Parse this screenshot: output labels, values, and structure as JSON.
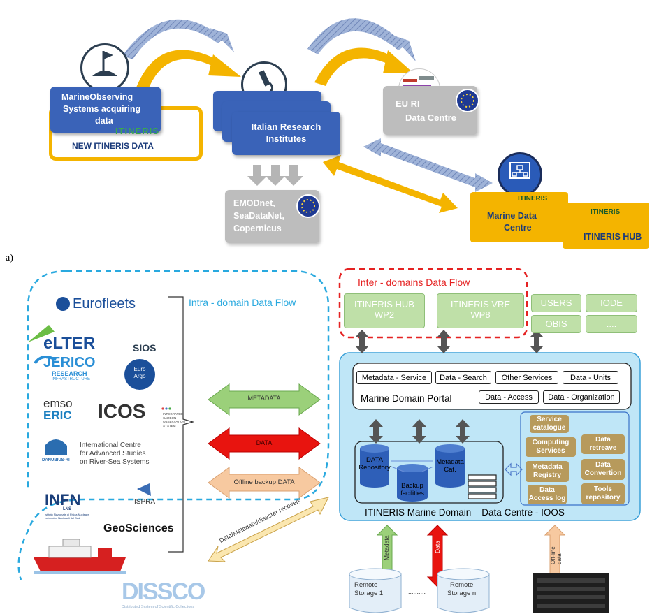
{
  "top": {
    "marine_observing": [
      "MarineObserving",
      "Systems acquiring",
      "data"
    ],
    "new_itineris_data": "NEW ITINERIS DATA",
    "itineris_logo": "ITINERIS",
    "italian_institutes": [
      "Italian Research",
      "Institutes"
    ],
    "eu_ri": [
      "EU RI",
      "Data Centre"
    ],
    "emodnet": [
      "EMODnet,",
      "SeaDataNet,",
      "Copernicus"
    ],
    "marine_data_centre": [
      "Marine Data",
      "Centre"
    ],
    "itineris_hub": "ITINERIS HUB",
    "marine_logo": "ITINERIS",
    "hub_logo": "ITINERIS"
  },
  "panel_label": "a)",
  "intra": {
    "title": "Intra - domain Data Flow",
    "logos": {
      "eurofleets": "Eurofleets",
      "elter": "eLTER",
      "sios": "SIOS",
      "jerico": [
        "JERICO",
        "RESEARCH",
        "INFRASTRUCTURE"
      ],
      "euro_argo": [
        "Euro",
        "Argo"
      ],
      "emso": [
        "emso",
        "ERIC"
      ],
      "icos": "ICOS",
      "icos_sub": [
        "INTEGRATED",
        "CARBON",
        "OBSERVATION",
        "SYSTEM"
      ],
      "danubius_text": [
        "International Centre",
        "for Advanced Studies",
        "on River-Sea Systems"
      ],
      "danubius": "DANUBIUS-RI",
      "infn": "INFN",
      "infn_sub": [
        "Istituto Nazionale di Fisica Nucleare",
        "Laboratori Nazionali del Sud"
      ],
      "lns": "LNS",
      "ispra": "ISPRA",
      "geosciences": "GeoSciences"
    }
  },
  "flows": {
    "metadata": "METADATA",
    "data": "DATA",
    "offline": "Offline backup DATA",
    "recovery": "Data/Metadata/disaster recovery"
  },
  "inter": {
    "title": "Inter - domains Data Flow",
    "hub": [
      "ITINERIS HUB",
      "WP2"
    ],
    "vre": [
      "ITINERIS VRE",
      "WP8"
    ],
    "users": "USERS",
    "iode": "IODE",
    "obis": "OBIS",
    "dots": "...."
  },
  "portal": {
    "title": "Marine Domain Portal",
    "tags": [
      "Metadata - Service",
      "Data - Search",
      "Other Services",
      "Data - Units",
      "Data - Access",
      "Data - Organization"
    ]
  },
  "centre": {
    "title": "ITINERIS Marine Domain – Data Centre - IOOS",
    "data_repo": [
      "DATA",
      "Repository"
    ],
    "metadata_cat": [
      "Metadata",
      "Cat."
    ],
    "backup": [
      "Backup",
      "facilities"
    ],
    "services": {
      "catalogue": [
        "Service",
        "catalogue"
      ],
      "computing": [
        "Computing",
        "Services"
      ],
      "retreave": [
        "Data",
        "retreave"
      ],
      "registry": [
        "Metadata",
        "Registry"
      ],
      "convertion": [
        "Data",
        "Convertion"
      ],
      "access_log": [
        "Data",
        "Access log"
      ],
      "tools": [
        "Tools",
        "repository"
      ]
    }
  },
  "bottom": {
    "metadata": "Metadata",
    "data": "Data",
    "offline": [
      "Off-line",
      "data"
    ],
    "storage1": [
      "Remote",
      "Storage 1"
    ],
    "storage_n": [
      "Remote",
      "Storage n"
    ],
    "ellipsis": "..........",
    "dissco": "DISSCO",
    "dissco_sub": "Distributed System of Scientific Collections"
  },
  "colors": {
    "blue": "#3a63b8",
    "yellow": "#f4b400",
    "grey": "#bdbdbd",
    "light_blue_panel": "#bfe6f7",
    "green_arrow": "#9bd07a",
    "red_arrow": "#e8140f",
    "orange_arrow": "#f7c9a0"
  }
}
